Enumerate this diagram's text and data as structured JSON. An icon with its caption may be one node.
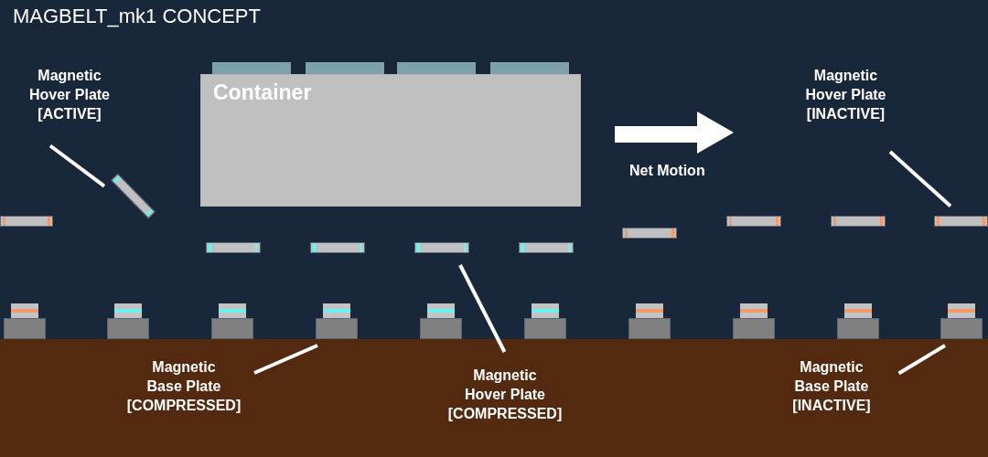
{
  "diagram": {
    "title": "MAGBELT_mk1 CONCEPT",
    "nodes": [
      {
        "text": [
          "Magnetic Hover Plate",
          "[ACTIVE]"
        ]
      },
      {
        "text": [],
        "shape": "box"
      },
      {
        "text": [],
        "shape": "box"
      },
      {
        "text": [],
        "shape": "box"
      },
      {
        "text": [],
        "shape": "box"
      },
      {
        "text": [
          "Container"
        ]
      },
      {
        "text": [
          "Magnetic Hover Plate",
          "[INACTIVE]"
        ]
      },
      {
        "text": [],
        "shape": "bar"
      },
      {
        "text": [],
        "shape": "bar"
      },
      {
        "text": [],
        "shape": "bar"
      },
      {
        "text": [],
        "shape": "bar"
      },
      {
        "text": [],
        "shape": "bar"
      },
      {
        "text": [],
        "shape": "bar"
      },
      {
        "text": [],
        "shape": "bar"
      },
      {
        "text": [],
        "shape": "bar"
      },
      {
        "text": [],
        "shape": "bar"
      },
      {
        "text": [],
        "shape": "bar"
      },
      {
        "text": [],
        "shape": "box"
      },
      {
        "text": [],
        "shape": "box"
      },
      {
        "text": [],
        "shape": "box"
      },
      {
        "text": [],
        "shape": "box"
      },
      {
        "text": [],
        "shape": "box"
      },
      {
        "text": [],
        "shape": "box"
      },
      {
        "text": [],
        "shape": "box"
      },
      {
        "text": [],
        "shape": "box"
      },
      {
        "text": [],
        "shape": "box"
      },
      {
        "text": [],
        "shape": "box"
      },
      {
        "text": [
          "Magnetic Base Plate",
          "[COMPRESSED]"
        ]
      },
      {
        "text": [
          "Magnetic Hover Plate",
          "[COMPRESSED]"
        ]
      },
      {
        "text": [
          "Magnetic Base Plate",
          "[INACTIVE]"
        ]
      }
    ],
    "edges": [
      {
        "from": 0,
        "to": 7,
        "arrow": "none"
      },
      {
        "from": 6,
        "to": 11,
        "arrow": "none"
      },
      {
        "from": 27,
        "to": 20,
        "arrow": "none"
      },
      {
        "from": 28,
        "to": 15,
        "arrow": "none"
      },
      {
        "from": 29,
        "to": 26,
        "arrow": "none"
      }
    ],
    "labels": [
      "Net Motion"
    ]
  }
}
